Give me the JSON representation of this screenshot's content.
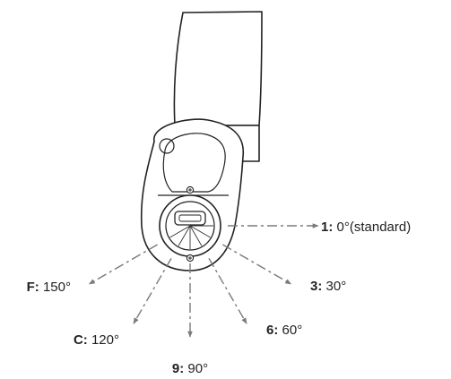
{
  "colors": {
    "line": "#222222",
    "arrow": "#7a7a7a",
    "background": "#ffffff"
  },
  "positions": [
    {
      "key": "1:",
      "value": " 0°(standard)",
      "angle": 0
    },
    {
      "key": "3:",
      "value": " 30°",
      "angle": 30
    },
    {
      "key": "6:",
      "value": " 60°",
      "angle": 60
    },
    {
      "key": "9:",
      "value": " 90°",
      "angle": 90
    },
    {
      "key": "C:",
      "value": " 120°",
      "angle": 120
    },
    {
      "key": "F:",
      "value": " 150°",
      "angle": 150
    }
  ]
}
